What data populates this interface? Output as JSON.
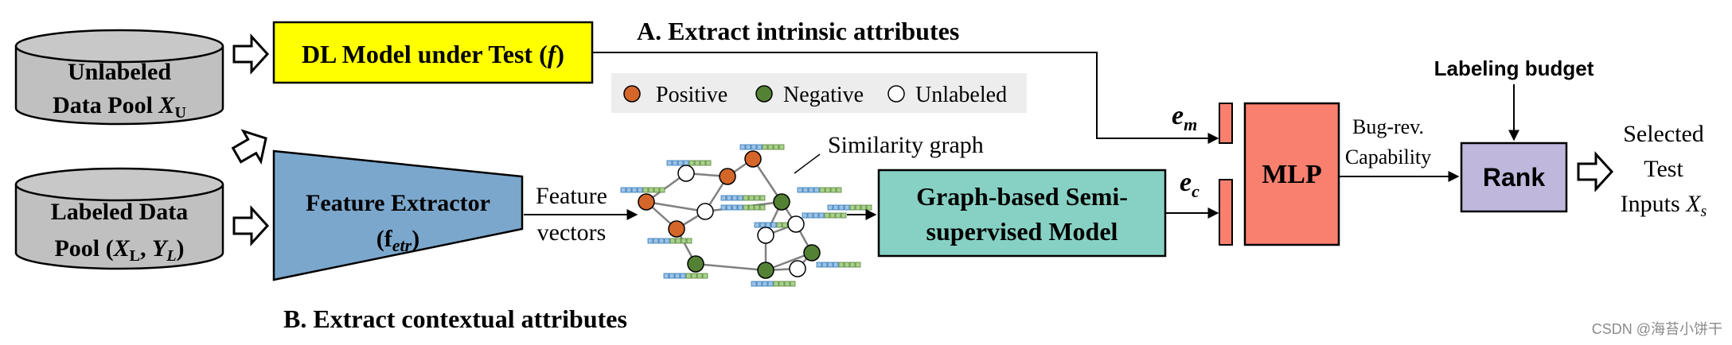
{
  "sources": {
    "unlabeled_pool": {
      "line1": "Unlabeled",
      "line2": "Data Pool ",
      "symbol": "X",
      "subscript": "U"
    },
    "labeled_pool": {
      "line1": "Labeled Data",
      "line2a": "Pool (",
      "sym1": "X",
      "sub1": "L",
      "sep": ", ",
      "sym2": "Y",
      "sub2": "L",
      "line2b": ")"
    }
  },
  "dl_model": {
    "label": "DL Model under Test (",
    "symbol": "f",
    "close": ")"
  },
  "feature_extractor": {
    "line1": "Feature Extractor",
    "line2a": "(f",
    "sub": "etr",
    "line2b": ")"
  },
  "feature_vectors": {
    "line1": "Feature",
    "line2": "vectors"
  },
  "legend": {
    "positive": "Positive",
    "negative": "Negative",
    "unlabeled": "Unlabeled"
  },
  "similarity_graph": "Similarity graph",
  "graph_model": {
    "line1": "Graph-based  Semi-",
    "line2": "supervised Model"
  },
  "heading_a": "A. Extract intrinsic attributes",
  "heading_b": "B. Extract contextual attributes",
  "em": {
    "base": "e",
    "sub": "m"
  },
  "ec": {
    "base": "e",
    "sub": "c"
  },
  "mlp": "MLP",
  "bug_rev": {
    "line1": "Bug-rev.",
    "line2": "Capability"
  },
  "labeling_budget": "Labeling budget",
  "rank": "Rank",
  "selected": {
    "line1": "Selected",
    "line2": "Test",
    "line3": "Inputs ",
    "symbol": "X",
    "sub": "s"
  },
  "watermark": "CSDN @海苔小饼干",
  "colors": {
    "positive": "#D5662A",
    "negative": "#548235",
    "unlabeled": "#FFFFFF",
    "dl_model": "#FFFF00",
    "feature_extractor": "#7BA7CC",
    "graph_model": "#87D1C4",
    "mlp": "#F9806F",
    "rank": "#BFB8DC",
    "cylinder": "#C0C0C0",
    "legend_bg": "#EDEDED"
  }
}
